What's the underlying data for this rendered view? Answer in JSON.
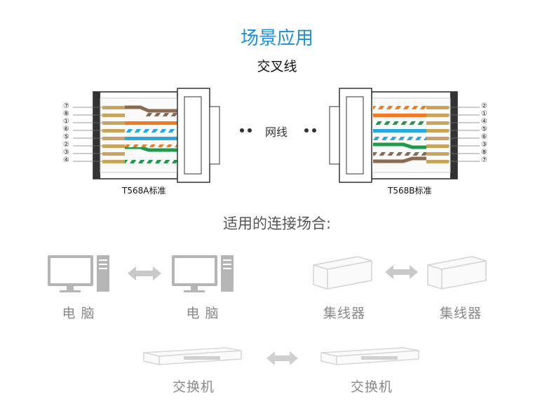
{
  "title": "场景应用",
  "subtitle": "交叉线",
  "middle_label": "网线",
  "left_standard": "T568A标准",
  "right_standard": "T568B标准",
  "left_pin_order": [
    "⑦",
    "⑧",
    "①",
    "⑥",
    "⑤",
    "②",
    "③",
    "④"
  ],
  "right_pin_order": [
    "②",
    "①",
    "④",
    "⑤",
    "⑥",
    "③",
    "⑧",
    "⑦"
  ],
  "section_title": "适用的连接场合:",
  "devices": {
    "row1": {
      "left_a": "电 脑",
      "left_b": "电 脑",
      "right_a": "集线器",
      "right_b": "集线器"
    },
    "row2": {
      "a": "交换机",
      "b": "交换机"
    }
  },
  "colors": {
    "title": "#1a8fe0",
    "brown": "#8b6a52",
    "orange": "#f07b20",
    "blue": "#2aa8e0",
    "green": "#1f9a48",
    "gold": "#c9a45c"
  }
}
